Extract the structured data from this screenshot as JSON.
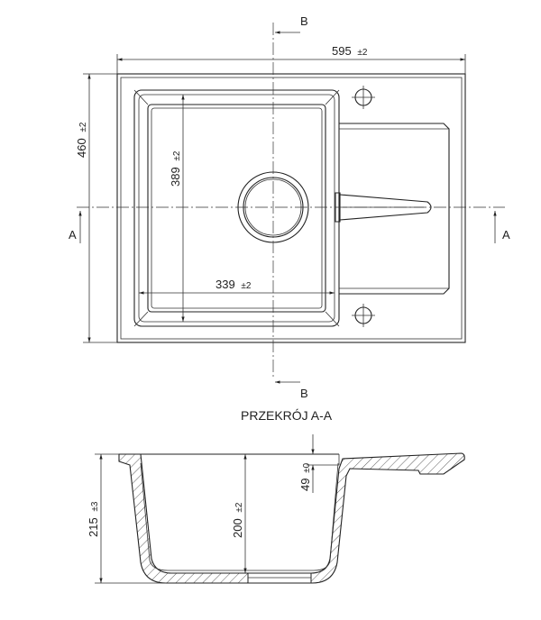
{
  "top_view": {
    "overall_width": {
      "value": "595",
      "tol": "±2"
    },
    "overall_depth": {
      "value": "460",
      "tol": "±2"
    },
    "bowl_depth": {
      "value": "389",
      "tol": "±2"
    },
    "bowl_width": {
      "value": "339",
      "tol": "±2"
    },
    "section_marks": {
      "a_left": "A",
      "a_right": "A",
      "b_top": "B",
      "b_bottom": "B"
    }
  },
  "section": {
    "title": "PRZEKRÓJ A-A",
    "total_height": {
      "value": "215",
      "tol": "±3"
    },
    "bowl_height": {
      "value": "200",
      "tol": "±2"
    },
    "drainer_height": {
      "value": "49",
      "tol": "±0"
    }
  }
}
